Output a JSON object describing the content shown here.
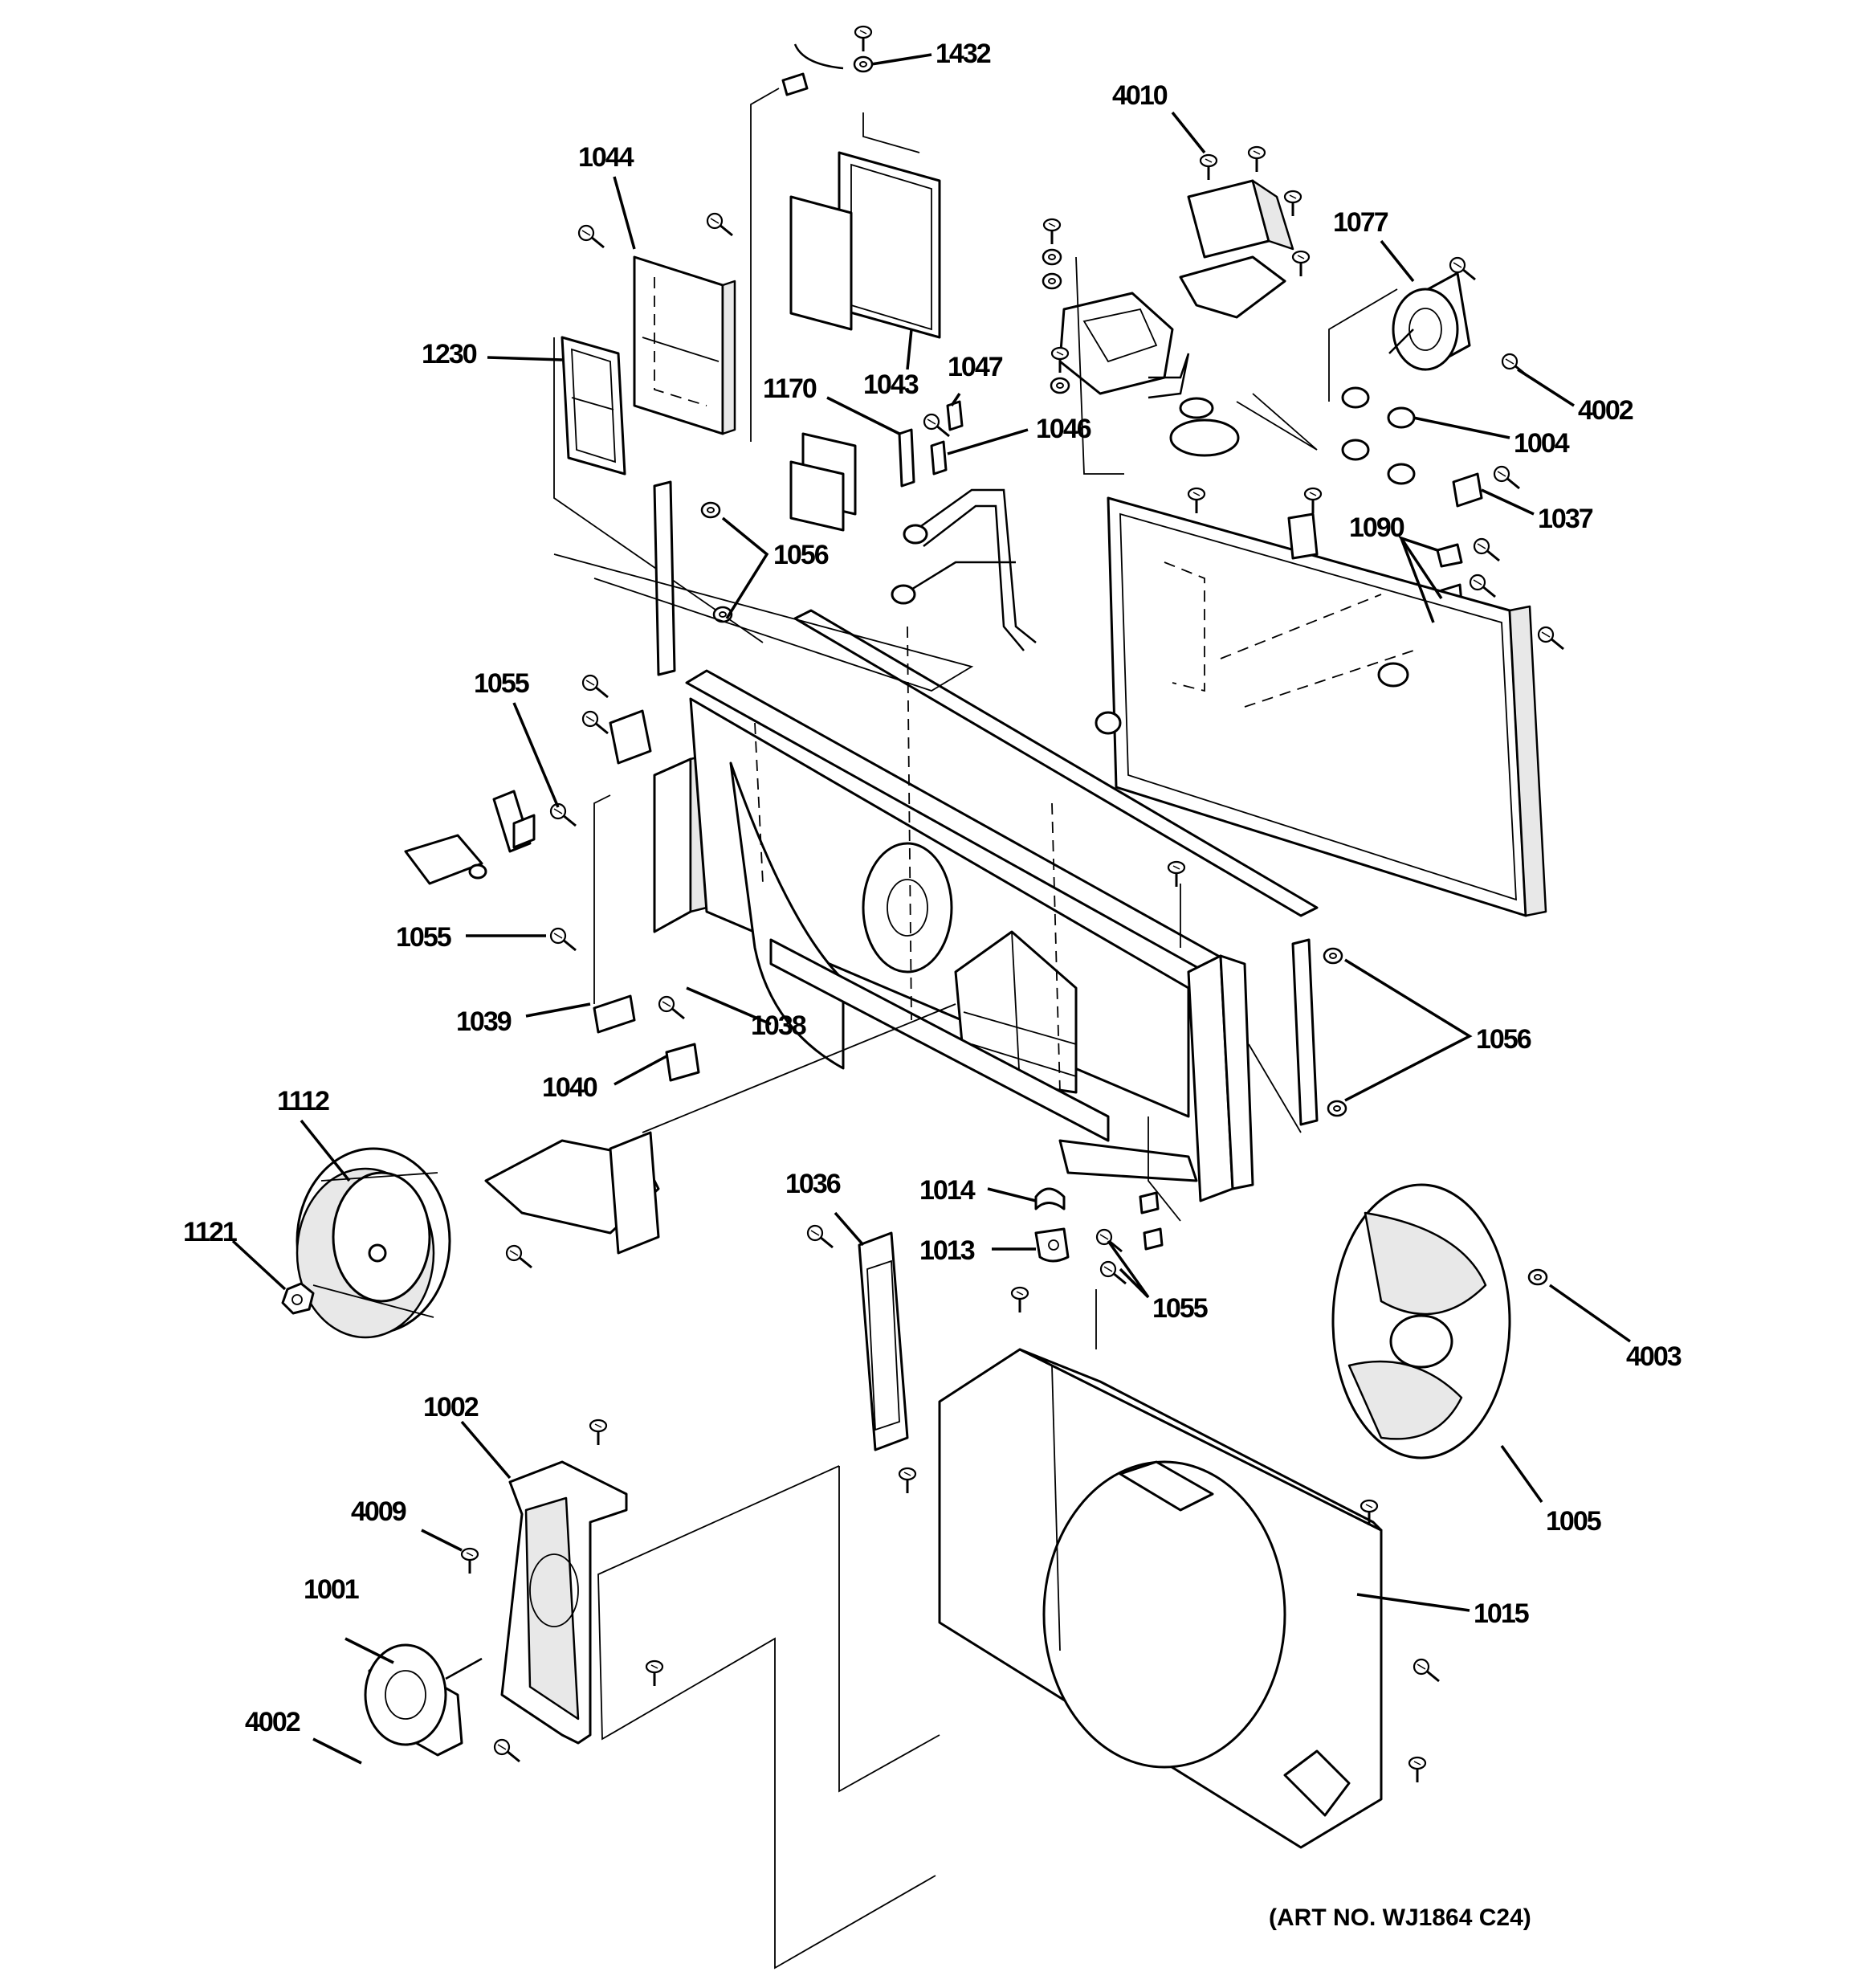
{
  "colors": {
    "ink": "#000000",
    "paper": "#ffffff",
    "shade": "#e8e8e8"
  },
  "art_number": "(ART NO. WJ1864 C24)",
  "callouts": [
    {
      "id": "1432",
      "label": "1432"
    },
    {
      "id": "4010",
      "label": "4010"
    },
    {
      "id": "1044",
      "label": "1044"
    },
    {
      "id": "1077",
      "label": "1077"
    },
    {
      "id": "1230",
      "label": "1230"
    },
    {
      "id": "1043",
      "label": "1043"
    },
    {
      "id": "1047",
      "label": "1047"
    },
    {
      "id": "1170",
      "label": "1170"
    },
    {
      "id": "1046",
      "label": "1046"
    },
    {
      "id": "4002-top",
      "label": "4002"
    },
    {
      "id": "1004",
      "label": "1004"
    },
    {
      "id": "1037",
      "label": "1037"
    },
    {
      "id": "1090",
      "label": "1090"
    },
    {
      "id": "1056-top",
      "label": "1056"
    },
    {
      "id": "1055-top",
      "label": "1055"
    },
    {
      "id": "1055-mid",
      "label": "1055"
    },
    {
      "id": "1039",
      "label": "1039"
    },
    {
      "id": "1038",
      "label": "1038"
    },
    {
      "id": "1040",
      "label": "1040"
    },
    {
      "id": "1056-right",
      "label": "1056"
    },
    {
      "id": "1112",
      "label": "1112"
    },
    {
      "id": "1036",
      "label": "1036"
    },
    {
      "id": "1014",
      "label": "1014"
    },
    {
      "id": "1013",
      "label": "1013"
    },
    {
      "id": "1121",
      "label": "1121"
    },
    {
      "id": "1055-bottom",
      "label": "1055"
    },
    {
      "id": "4003",
      "label": "4003"
    },
    {
      "id": "1002",
      "label": "1002"
    },
    {
      "id": "4009",
      "label": "4009"
    },
    {
      "id": "1005",
      "label": "1005"
    },
    {
      "id": "1001",
      "label": "1001"
    },
    {
      "id": "1015",
      "label": "1015"
    },
    {
      "id": "4002-bottom",
      "label": "4002"
    }
  ]
}
